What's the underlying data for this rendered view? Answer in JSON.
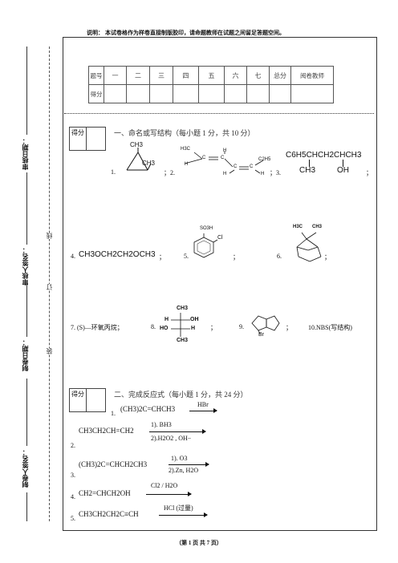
{
  "header": {
    "note": "说明：  本试卷格作为样卷直接制版胶印，请命题教师在试题之间留足答题空间。"
  },
  "footer": {
    "page": "（第 1 页 共 7 页）"
  },
  "side": {
    "label1": "审核日期：",
    "label2": "审核人签名：",
    "label3": "制卷日期：",
    "label4": "制卷人签名：",
    "mark1": "线",
    "mark2": "订",
    "mark3": "装"
  },
  "score_table": {
    "header_row": [
      "题号",
      "一",
      "二",
      "三",
      "四",
      "五",
      "六",
      "七",
      "总分",
      "阅卷教师"
    ],
    "second_row_label": "得分"
  },
  "section1": {
    "box_label": "得分",
    "title": "一、命名或写结构（每小题 1 分，共 10 分）",
    "q1": "1.",
    "q1_ch3_top": "CH3",
    "q1_ch3_right": "CH3",
    "q2_sep": "；2.",
    "q2_h3c": "H3C",
    "q2_c1": "C",
    "q2_c2": "C",
    "q2_c3": "C",
    "q2_c4": "C",
    "q2_h1": "H",
    "q2_h2": "H",
    "q2_h3": "H",
    "q2_h4": "H",
    "q2_c2h5": "C2H5",
    "q3_sep": "；3.",
    "q3_formula": "C6H5CHCH2CHCH3",
    "q3_sub1": "CH3",
    "q3_sub2": "OH",
    "q3_end": "；",
    "q4_label": "4.",
    "q4_formula": "CH3OCH2CH2OCH3",
    "q4_end": "；",
    "q5_label": "5.",
    "q5_so3h": "SO3H",
    "q5_cl": "Cl",
    "q5_end": "；",
    "q6_label": "6.",
    "q6_h3c": "H3C",
    "q6_ch3": "CH3",
    "q6_end": "；",
    "q7_label": "7. (S)—环氧丙烷；",
    "q8_label": "8.",
    "q8_top": "CH3",
    "q8_r1l": "H",
    "q8_r1r": "OH",
    "q8_r2l": "HO",
    "q8_r2r": "H",
    "q8_bottom": "CH3",
    "q8_end": "；",
    "q9_label": "9.",
    "q9_br": "Br",
    "q9_end": "；",
    "q10_label": "10.NBS(写结构)"
  },
  "section2": {
    "box_label": "得分",
    "title": "二、完成反应式（每小题 1 分，共 24 分）",
    "r1_num": "1.",
    "r1_sub": "(CH3)2C=CHCH3",
    "r1_reag": "HBr",
    "r2_num": "2.",
    "r2_sub": "CH3CH2CH=CH2",
    "r2_reag1": "1). BH3",
    "r2_reag2": "2).H2O2 , OH−",
    "r3_num": "3.",
    "r3_sub": "(CH3)2C=CHCH2CH3",
    "r3_reag1": "1). O3",
    "r3_reag2": "2).Zn, H2O",
    "r4_num": "4.",
    "r4_sub": "CH2=CHCH2OH",
    "r4_reag": "Cl2 / H2O",
    "r5_num": "5.",
    "r5_sub": "CH3CH2CH2C≡CH",
    "r5_reag": "HCl (过量)"
  }
}
